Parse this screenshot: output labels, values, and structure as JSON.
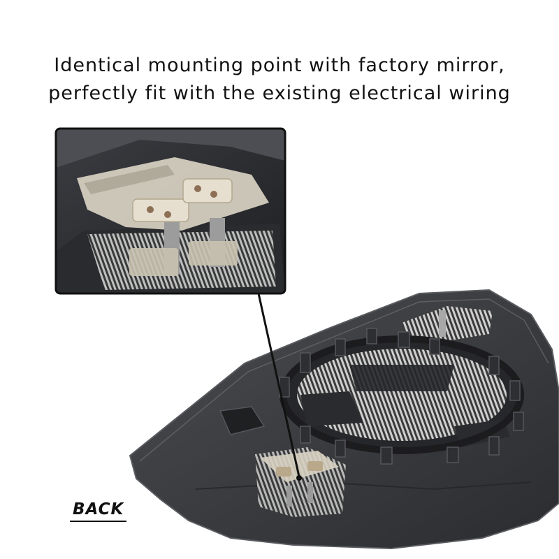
{
  "headline": {
    "line1": "Identical mounting point with factory mirror,",
    "line2": "perfectly fit with the existing electrical wiring"
  },
  "label": {
    "back": "BACK"
  },
  "colors": {
    "plate": "#3a3b3e",
    "plate_edge": "#52545a",
    "ring": "#2a2b2e",
    "heater": "#c9c9c9",
    "terminal": "#d8d2c2",
    "callout_line": "#111111"
  }
}
